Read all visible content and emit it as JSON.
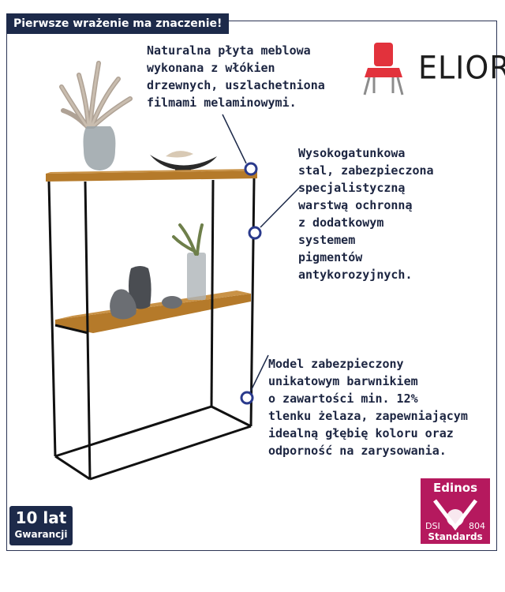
{
  "header": {
    "title": "Pierwsze wrażenie ma znaczenie!"
  },
  "features": [
    {
      "text": "Naturalna płyta meblowa\nwykonana z włókien\ndrzewnych, uszlachetniona\nfilmami melaminowymi."
    },
    {
      "text": "Wysokogatunkowa\nstal, zabezpieczona\nspecjalistyczną\nwarstwą ochronną\nz dodatkowym\nsystemem\npigmentów\nantykorozyjnych."
    },
    {
      "text": "Model zabezpieczony\nunikatowym barwnikiem\no zawartości min. 12%\ntlenku żelaza, zapewniającym\nidealną głębię koloru oraz\nodporność na zarysowania."
    }
  ],
  "brand": {
    "name": "ELIOR",
    "icon": "chair-icon"
  },
  "warranty": {
    "line1": "10 lat",
    "line2": "Gwarancji"
  },
  "certificate": {
    "name": "Edinos",
    "dsi": "DSI",
    "number": "804",
    "standards": "Standards"
  },
  "colors": {
    "navy": "#1d2a4a",
    "wood": "#b57a2a",
    "steel": "#111111",
    "edinos": "#b5195e",
    "chair": "#e2323c"
  }
}
